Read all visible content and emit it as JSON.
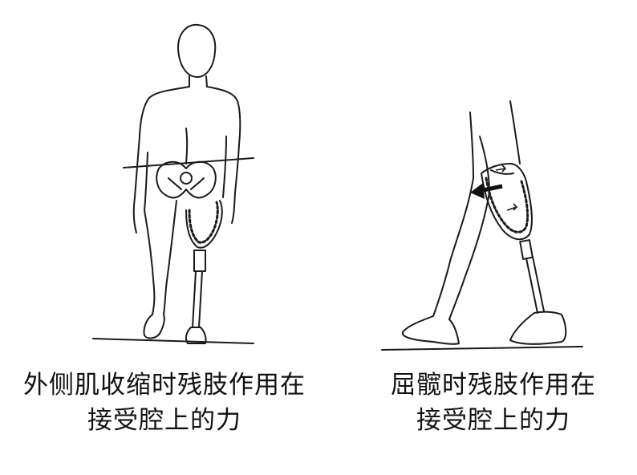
{
  "panels": [
    {
      "id": "abduction",
      "caption_line1": "外侧肌收缩时残肢作用在",
      "caption_line2": "接受腔上的力"
    },
    {
      "id": "flexion",
      "caption_line1": "屈髋时残肢作用在",
      "caption_line2": "接受腔上的力"
    }
  ],
  "colors": {
    "line": "#1a1a1a",
    "arrow": "#111111",
    "background": "#ffffff"
  },
  "icons": [
    "amputee-front-figure",
    "prosthetic-leg-side-figure",
    "force-arrow-icon"
  ]
}
